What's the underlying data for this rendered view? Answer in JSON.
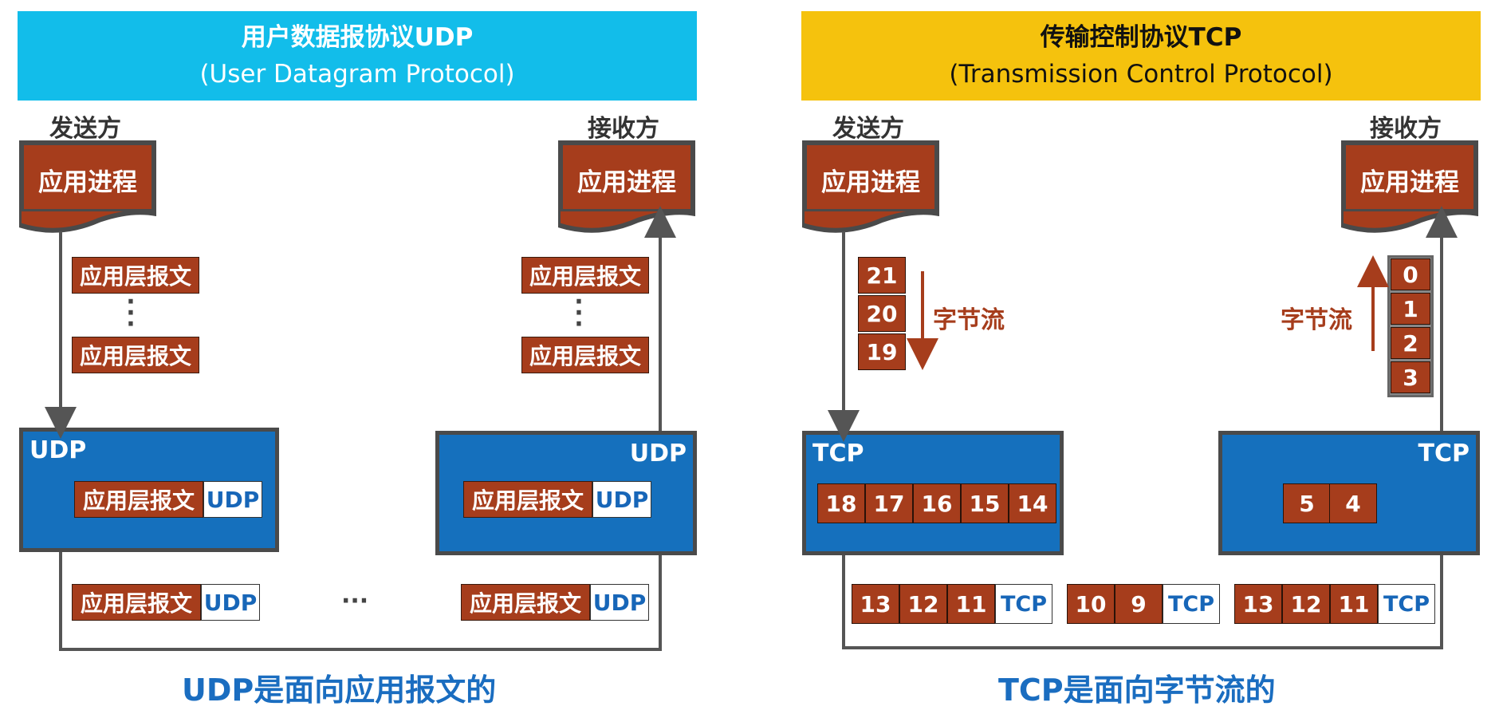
{
  "udp": {
    "banner_line1": "用户数据报协议UDP",
    "banner_line2": "(User Datagram Protocol)",
    "sender_label": "发送方",
    "receiver_label": "接收方",
    "sender_process": "应用进程",
    "receiver_process": "应用进程",
    "sender_msgs": [
      "应用层报文",
      "应用层报文"
    ],
    "receiver_msgs": [
      "应用层报文",
      "应用层报文"
    ],
    "box_label_left": "UDP",
    "box_label_right": "UDP",
    "packet_msg": "应用层报文",
    "packet_tag": "UDP",
    "transit_packets": [
      {
        "msg": "应用层报文",
        "tag": "UDP"
      },
      {
        "msg": "应用层报文",
        "tag": "UDP"
      }
    ],
    "ellipsis": "···",
    "caption": "UDP是面向应用报文的"
  },
  "tcp": {
    "banner_line1": "传输控制协议TCP",
    "banner_line2": "(Transmission Control Protocol)",
    "sender_label": "发送方",
    "receiver_label": "接收方",
    "sender_process": "应用进程",
    "receiver_process": "应用进程",
    "sender_stream": [
      "21",
      "20",
      "19"
    ],
    "receiver_stream": [
      "0",
      "1",
      "2",
      "3"
    ],
    "flow_label_left": "字节流",
    "flow_label_right": "字节流",
    "box_label_left": "TCP",
    "box_label_right": "TCP",
    "send_buffer": [
      "18",
      "17",
      "16",
      "15",
      "14"
    ],
    "recv_buffer": [
      "5",
      "4"
    ],
    "segments": [
      {
        "bytes": [
          "13",
          "12",
          "11"
        ],
        "tag": "TCP"
      },
      {
        "bytes": [
          "10",
          "9"
        ],
        "tag": "TCP"
      },
      {
        "bytes": [
          "13",
          "12",
          "11"
        ],
        "tag": "TCP"
      }
    ],
    "caption": "TCP是面向字节流的"
  },
  "colors": {
    "udp_banner": "#12bdea",
    "tcp_banner": "#f5c20d",
    "process": "#a63d1c",
    "protocol_box": "#1570bd",
    "caption": "#1a6dc0"
  }
}
